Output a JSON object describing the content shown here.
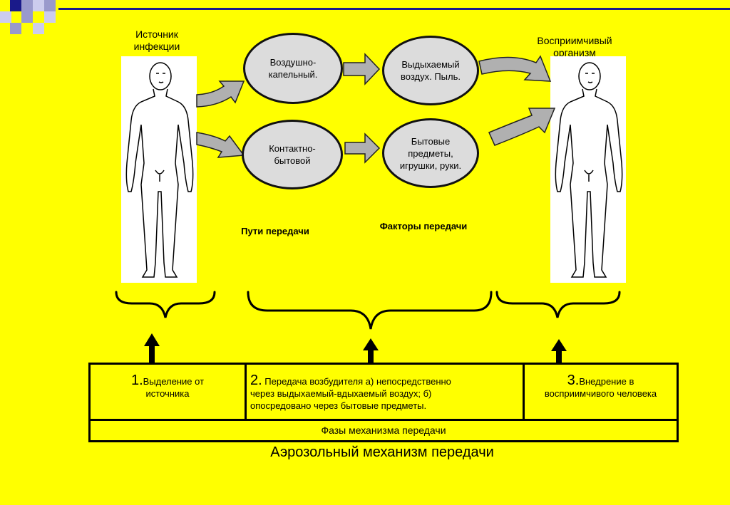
{
  "colors": {
    "background": "#ffff00",
    "accent_blue": "#1a1a8a",
    "ellipse_fill": "#dcdcdc",
    "arrow_fill": "#b0b0b0"
  },
  "source_label": "Источник\nинфекции",
  "recipient_label": "Восприимчивый\nорганизм",
  "routes": [
    "Воздушно-\nкапельный.",
    "Контактно-\nбытовой"
  ],
  "factors": [
    "Выдыхаемый\nвоздух. Пыль.",
    "Бытовые\nпредметы,\nигрушки, руки."
  ],
  "routes_caption": "Пути передачи",
  "factors_caption": "Факторы передачи",
  "phases": [
    {
      "num": "1.",
      "text": "Выделение от\nисточника"
    },
    {
      "num": "2.",
      "text": " Передача возбудителя  а) непосредственно\nчерез выдыхаемый-вдыхаемый воздух; б)\nопосредовано через бытовые предметы."
    },
    {
      "num": "3.",
      "text": "Внедрение в\nвосприимчивого человека"
    }
  ],
  "phases_caption": "Фазы механизма передачи",
  "mechanism_title": "Аэрозольный механизм передачи"
}
